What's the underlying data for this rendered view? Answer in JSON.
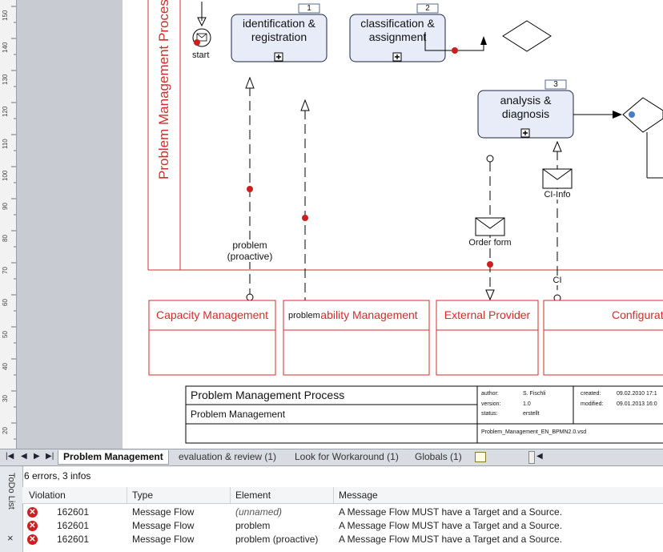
{
  "ruler": {
    "labels": [
      "150",
      "140",
      "130",
      "120",
      "110",
      "100",
      "90",
      "80",
      "70",
      "60",
      "50",
      "40",
      "30",
      "20"
    ]
  },
  "diagram": {
    "pool_label": "Problem Management Process",
    "start_label": "start",
    "tasks": [
      {
        "number": "1",
        "label_line1": "identification &",
        "label_line2": "registration"
      },
      {
        "number": "2",
        "label_line1": "classification &",
        "label_line2": "assignment"
      },
      {
        "number": "3",
        "label_line1": "analysis &",
        "label_line2": "diagnosis"
      }
    ],
    "messages": {
      "problem_proactive_line1": "problem",
      "problem_proactive_line2": "(proactive)",
      "problem": "problem",
      "order_form": "Order form",
      "ci_info": "CI-Info",
      "ci": "CI"
    },
    "lanes": [
      "Capacity Management",
      "ability Management",
      "External Provider",
      "Configurat"
    ],
    "title_block": {
      "title": "Problem Management Process",
      "subtitle": "Problem Management",
      "author_label": "author:",
      "author": "S. Fischli",
      "version_label": "version:",
      "version": "1.0",
      "status_label": "status:",
      "status": "erstellt",
      "created_label": "created:",
      "created": "09.02.2010 17:1",
      "modified_label": "modified:",
      "modified": "09.01.2013 16:0",
      "file": "Problem_Management_EN_BPMN2.0.vsd"
    }
  },
  "tabs": {
    "items": [
      "Problem Management",
      "evaluation & review (1)",
      "Look for Workaround (1)",
      "Globals (1)"
    ],
    "active_index": 0
  },
  "todo": {
    "side_label": "ToDo List",
    "close_icon_label": "×",
    "summary": "6 errors, 3 infos",
    "columns": [
      "Violation",
      "Type",
      "Element",
      "Message"
    ],
    "rows": [
      {
        "violation": "162601",
        "type": "Message Flow",
        "element": "(unnamed)",
        "message": "A Message Flow MUST have a Target and a Source."
      },
      {
        "violation": "162601",
        "type": "Message Flow",
        "element": "problem",
        "message": "A Message Flow MUST have a Target and a Source."
      },
      {
        "violation": "162601",
        "type": "Message Flow",
        "element": "problem (proactive)",
        "message": "A Message Flow MUST have a Target and a Source."
      }
    ],
    "error_color": "#cc1f1f"
  },
  "colors": {
    "lane_red": "#d42b2b",
    "task_fill": "#e8ecf8"
  }
}
